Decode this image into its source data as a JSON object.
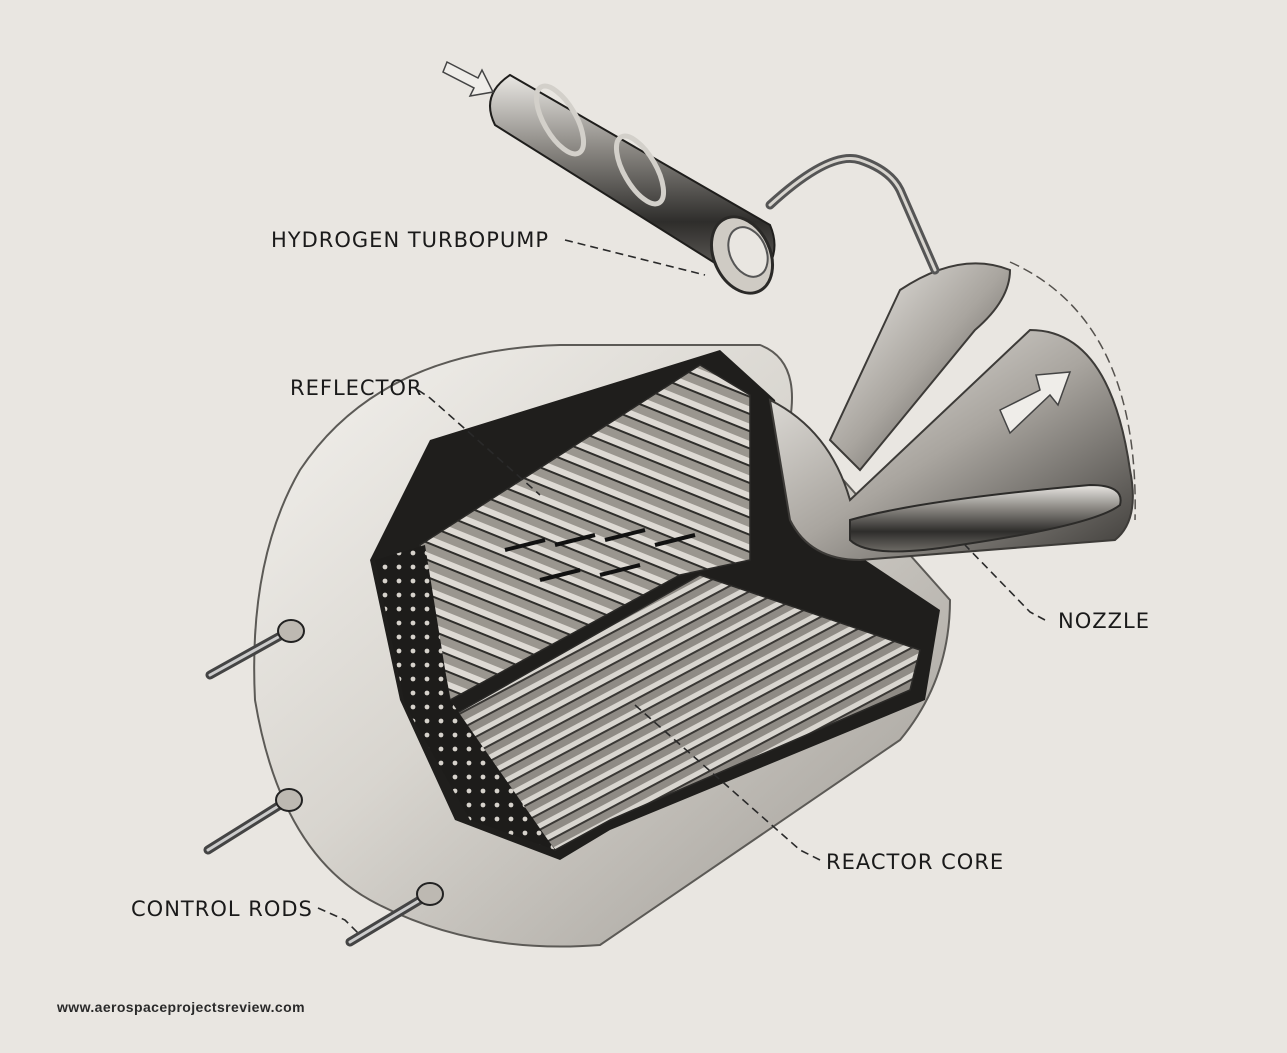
{
  "labels": {
    "hydrogen_turbopump": "HYDROGEN TURBOPUMP",
    "reflector": "REFLECTOR",
    "nozzle": "NOZZLE",
    "reactor_core": "REACTOR CORE",
    "control_rods": "CONTROL RODS"
  },
  "credit": "www.aerospaceprojectsreview.com"
}
